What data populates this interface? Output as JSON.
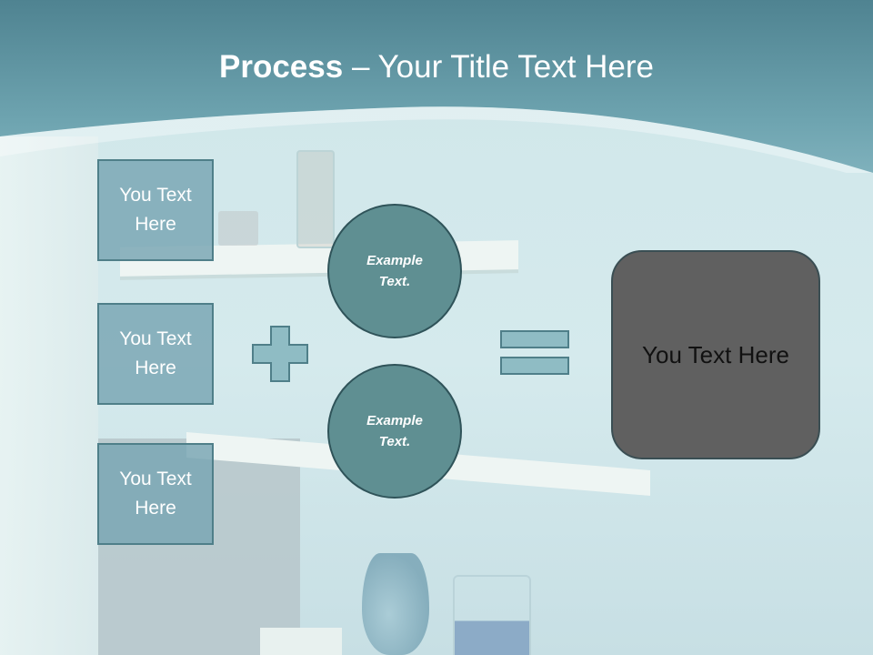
{
  "slide": {
    "title_bold": "Process",
    "title_rest": " – Your Title Text Here",
    "boxes": [
      {
        "label": "You Text Here"
      },
      {
        "label": "You Text Here"
      },
      {
        "label": "You Text Here"
      }
    ],
    "circles": [
      {
        "label": "Example Text."
      },
      {
        "label": "Example Text."
      }
    ],
    "result": {
      "label": "You Text Here"
    }
  },
  "icons": {
    "plus": "plus-icon",
    "equals": "equals-icon"
  },
  "colors": {
    "header": "#5b8f9c",
    "box_fill": "#78a5b2",
    "circle_fill": "#5f8f92",
    "result_fill": "#606060",
    "title_text": "#ffffff"
  }
}
